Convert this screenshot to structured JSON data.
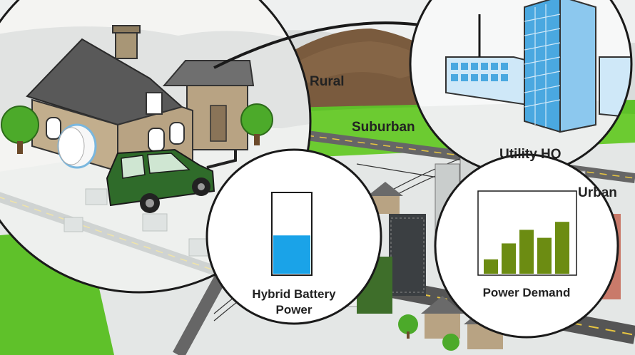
{
  "zones": {
    "rural": "Rural",
    "suburban": "Suburban",
    "utility_hq": "Utility HQ",
    "urban": "Urban"
  },
  "battery_panel": {
    "caption_line1": "Hybrid Battery",
    "caption_line2": "Power",
    "charge_fraction": 0.48
  },
  "demand_panel": {
    "caption": "Power Demand",
    "bars": [
      0.18,
      0.38,
      0.55,
      0.45,
      0.65
    ]
  },
  "colors": {
    "grass": "#5fc12a",
    "mountain": "#7a5b3e",
    "battery_fill": "#1aa3e8",
    "bar_fill": "#6c8c12",
    "building_glass": "#4aa8e0",
    "house_wall": "#b8a383",
    "house_roof": "#595959",
    "car": "#2f6b2a",
    "tree": "#4caa2a"
  }
}
